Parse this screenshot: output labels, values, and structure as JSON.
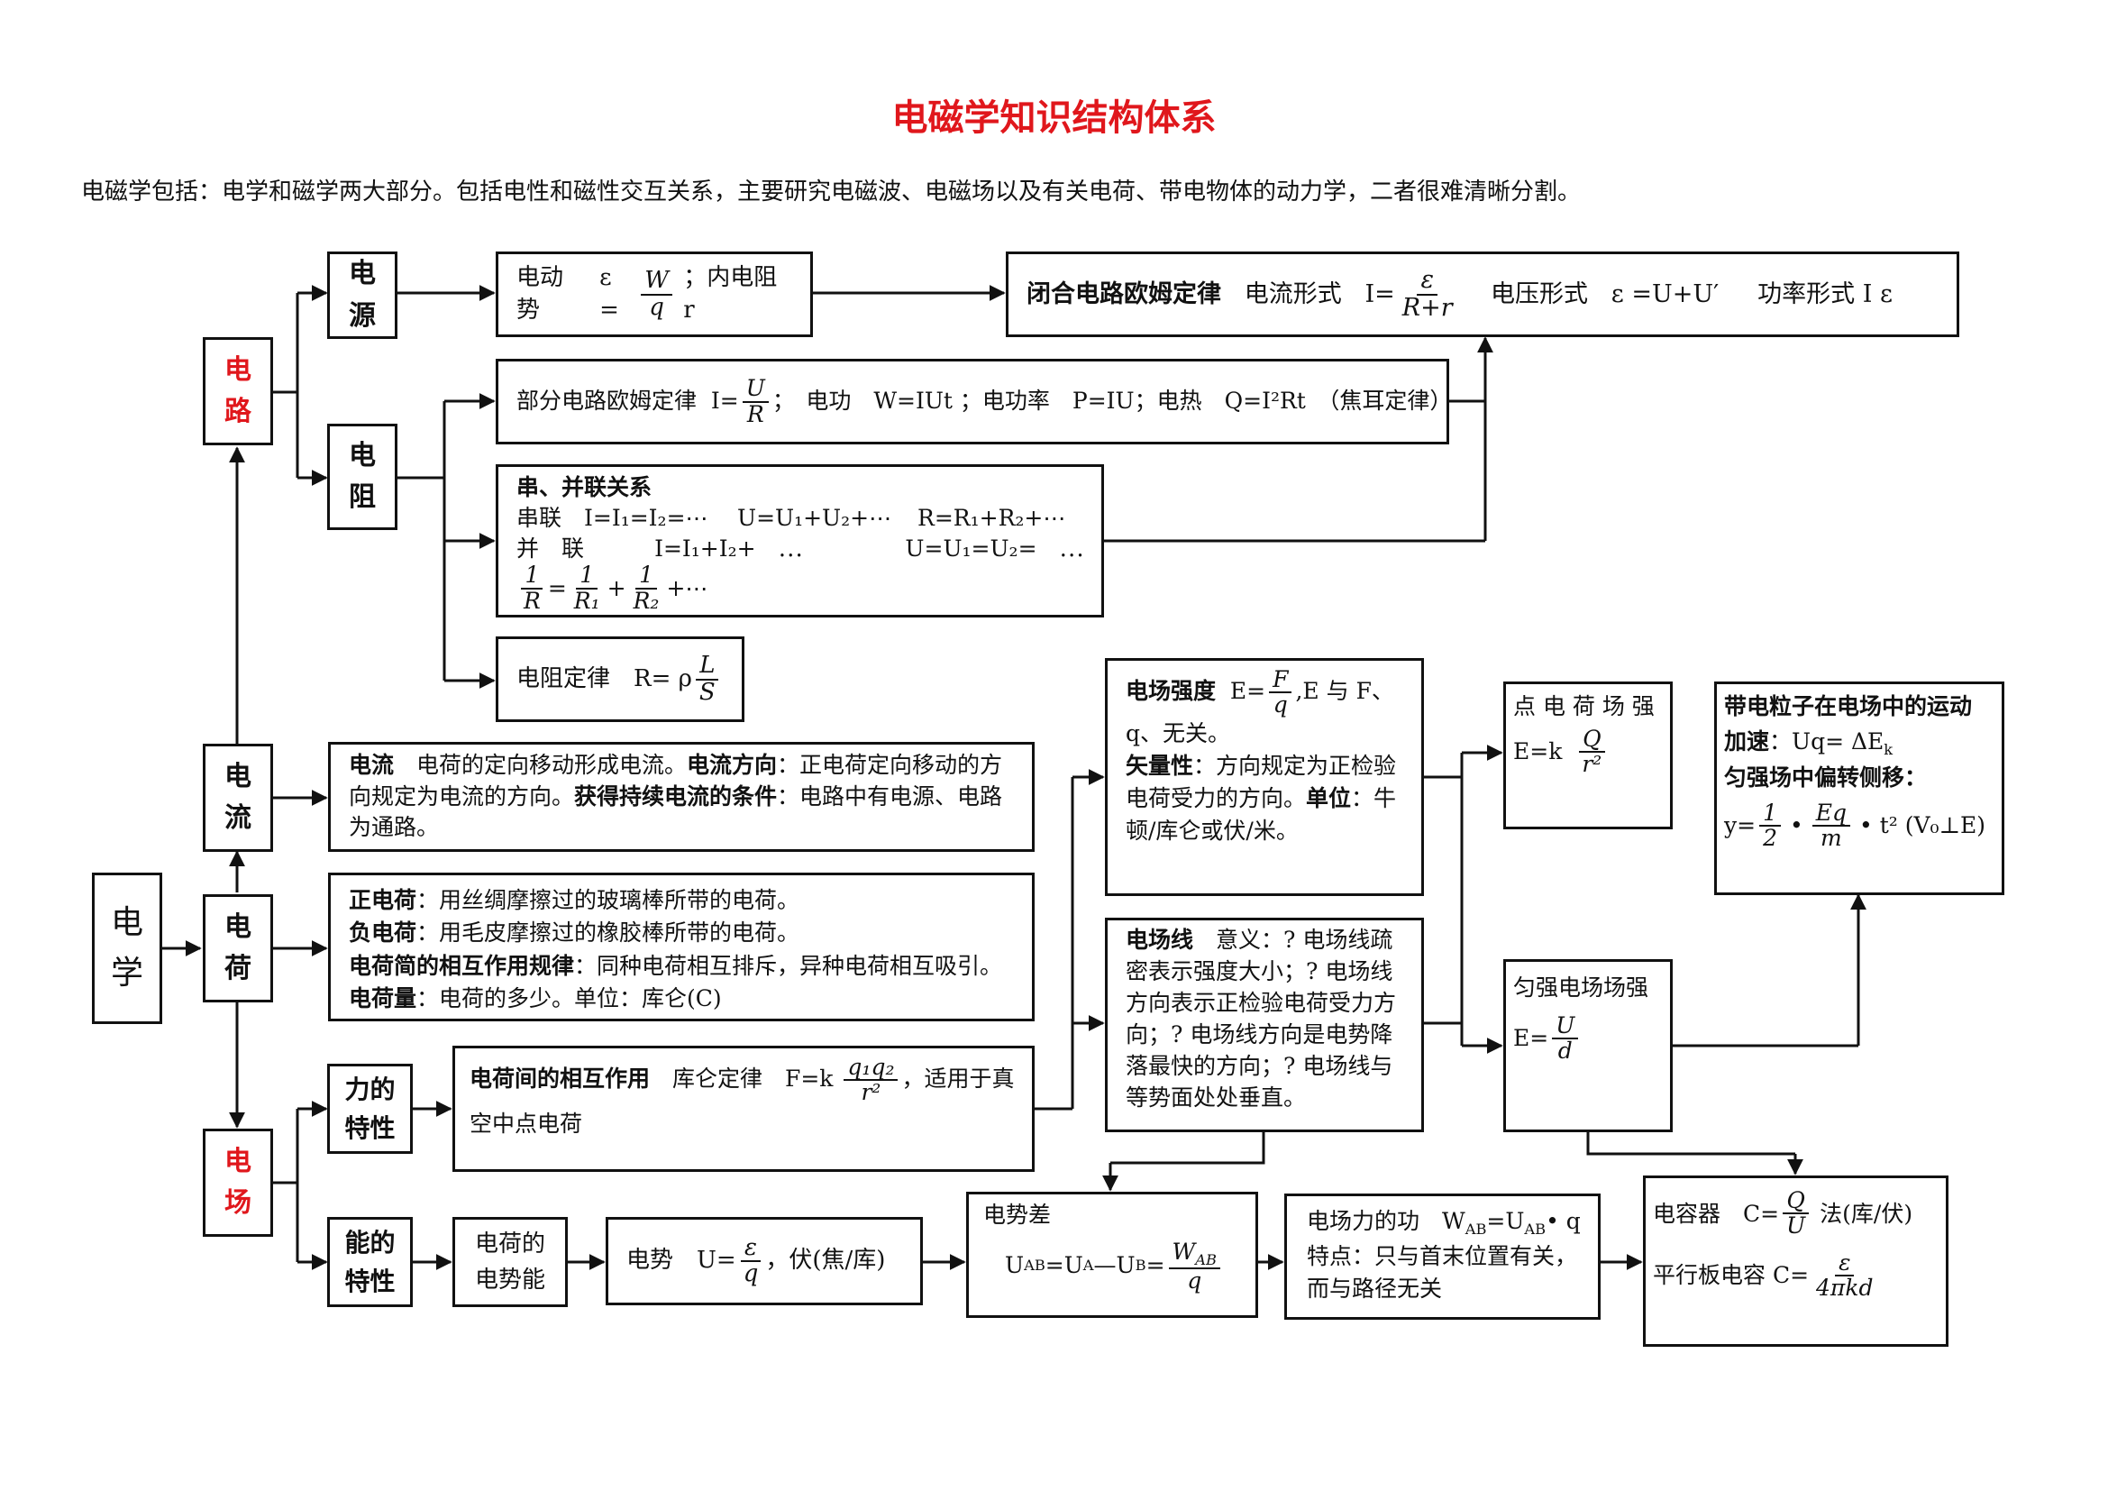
{
  "title": "电磁学知识结构体系",
  "intro": "电磁学包括：电学和磁学两大部分。包括电性和磁性交互关系，主要研究电磁波、电磁场以及有关电荷、带电物体的动力学，二者很难清晰分割。",
  "nodes": {
    "dianxue": [
      "电",
      "学"
    ],
    "dianlu": [
      "电",
      "路"
    ],
    "dianliu": [
      "电",
      "流"
    ],
    "dianhe": [
      "电",
      "荷"
    ],
    "dianchang": [
      "电",
      "场"
    ],
    "dianyuan": [
      "电",
      "源"
    ],
    "dianzu": [
      "电",
      "阻"
    ],
    "lidetexing": [
      "力的",
      "特性"
    ],
    "nengdetexing": [
      "能的",
      "特性"
    ],
    "dianshineng": [
      "电荷的",
      "电势能"
    ]
  },
  "emf": {
    "label": "电动势",
    "eps": "ε =",
    "num": "W",
    "den": "q",
    "rest": "；内电阻 r"
  },
  "closed": {
    "title": "闭合电路欧姆定律",
    "current_label": "电流形式",
    "current_lhs": "I=",
    "current_num": "ε",
    "current_den": "R+r",
    "voltage_label": "电压形式",
    "voltage_formula": "ε =U+U′",
    "power_label": "功率形式",
    "power_formula": "I ε"
  },
  "partial": {
    "label": "部分电路欧姆定律",
    "lhs": "I=",
    "num": "U",
    "den": "R",
    "work": "；　电功　W=IUt ；电功率　P=IU；电热　Q=I²Rt　（焦耳定律）"
  },
  "series": {
    "title": "串、并联关系",
    "row1_a": "串联　I=I₁=I₂=⋯",
    "row1_b": "U=U₁+U₂+⋯",
    "row1_c": "R=R₁+R₂+⋯",
    "row2_a": "并　联",
    "row2_b": "I=I₁+I₂+　⋯",
    "row2_c": "U=U₁=U₂=　⋯",
    "f1n": "1",
    "f1d": "R",
    "f2n": "1",
    "f2d": "R₁",
    "f3n": "1",
    "f3d": "R₂",
    "tail": "+⋯"
  },
  "resistance": {
    "label": "电阻定律　R= ρ",
    "num": "L",
    "den": "S"
  },
  "current": {
    "t1": "电流",
    "d1": "　电荷的定向移动形成电流。",
    "t2": "电流方向",
    "d2": "：正电荷定向移动的方向规定为电流的方向。",
    "t3": "获得持续电流的条件",
    "d3": "：电路中有电源、电路为通路。"
  },
  "charge": {
    "l1b": "正电荷",
    "l1": "：用丝绸摩擦过的玻璃棒所带的电荷。",
    "l2b": "负电荷",
    "l2": "：用毛皮摩擦过的橡胶棒所带的电荷。",
    "l3b": "电荷简的相互作用规律",
    "l3": "：同种电荷相互排斥，异种电荷相互吸引。",
    "l4b": "电荷量",
    "l4": "：电荷的多少。单位：库仑(C)"
  },
  "coulomb": {
    "title": "电荷间的相互作用",
    "text": "　库仑定律　F=k",
    "num": "q₁q₂",
    "den": "r²",
    "text2": "，适用于真空中点电荷"
  },
  "field_strength": {
    "title": "电场强度",
    "lhs": "E=",
    "num": "F",
    "den": "q",
    "rest": ",E 与 F、q、无关。",
    "b2": "矢量性",
    "t2": "：方向规定为正检验电荷受力的方向。",
    "b3": "单位",
    "t3": "：牛顿/库仑或伏/米。"
  },
  "field_lines": {
    "title": "电场线",
    "text": "　意义：? 电场线疏密表示强度大小；? 电场线方向表示正检验电荷受力方向；? 电场线方向是电势降落最快的方向；? 电场线与等势面处处垂直。"
  },
  "point_charge": {
    "title": "点 电 荷 场 强",
    "lhs": "E=k",
    "num": "Q",
    "den": "r²"
  },
  "uniform": {
    "title": "匀强电场场强",
    "lhs": "E=",
    "num": "U",
    "den": "d"
  },
  "particle": {
    "title": "带电粒子在电场中的运动",
    "acc_label": "加速",
    "acc": "：Uq= ΔE",
    "acc_sub": "k",
    "defl": "匀强场中偏转侧移：",
    "lhs": "y=",
    "n1": "1",
    "d1": "2",
    "dot": "•",
    "n2": "Eq",
    "d2": "m",
    "tail": "• t² (V₀⊥E)"
  },
  "potential": {
    "label": "电势　U=",
    "num": "ε",
    "den": "q",
    "rest": "，伏(焦/库)"
  },
  "pot_diff": {
    "title": "电势差",
    "lhs": "U",
    "sub1": "AB",
    "mid": "=U",
    "sub2": "A",
    "mid2": "—U",
    "sub3": "B",
    "eq": "=",
    "num": "W",
    "numsub": "AB",
    "den": "q"
  },
  "work": {
    "line1": "电场力的功　W",
    "s1": "AB",
    "line1b": "=U",
    "s2": "AB",
    "line1c": "• q",
    "line2": "特点：只与首末位置有关，而与路径无关"
  },
  "capacitor": {
    "l1": "电容器　C=",
    "num": "Q",
    "den": "U",
    "l1b": "法(库/伏)",
    "l2": "平行板电容 C=",
    "num2": "ε",
    "den2": "4πkd"
  }
}
